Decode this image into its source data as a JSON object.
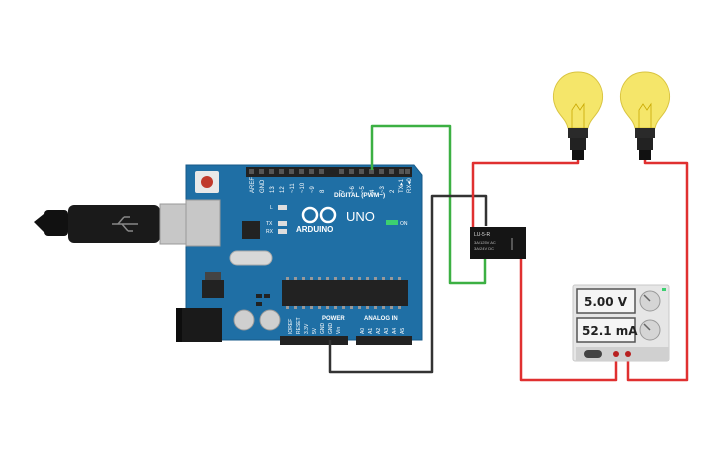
{
  "arduino": {
    "logo_text": "ARDUINO",
    "model_text": "UNO",
    "digital_label": "DIGITAL (PWM~)",
    "power_label": "POWER",
    "analog_label": "ANALOG IN",
    "led_l": "L",
    "led_tx": "TX",
    "led_rx": "RX",
    "on_label": "ON",
    "digital_pins": [
      "AREF",
      "GND",
      "13",
      "12",
      "~11",
      "~10",
      "~9",
      "8",
      "7",
      "~6",
      "~5",
      "4",
      "~3",
      "2",
      "TX▸1",
      "RX◂0"
    ],
    "power_pins": [
      "IOREF",
      "RESET",
      "3.3V",
      "5V",
      "GND",
      "GND",
      "Vin"
    ],
    "analog_pins": [
      "A0",
      "A1",
      "A2",
      "A3",
      "A4",
      "A5"
    ]
  },
  "relay": {
    "model": "LU-5-R",
    "rating_ac": "3A/125V AC",
    "rating_dc": "3A/24V DC"
  },
  "power_supply": {
    "voltage": "5.00 V",
    "current": "52.1 mA"
  },
  "colors": {
    "board": "#1f6fa5",
    "wire_green": "#3cb043",
    "wire_black": "#333333",
    "wire_red": "#e03030",
    "bulb": "#f5e66a"
  },
  "icons": {
    "usb": "usb-icon",
    "infinity": "arduino-logo-icon"
  }
}
